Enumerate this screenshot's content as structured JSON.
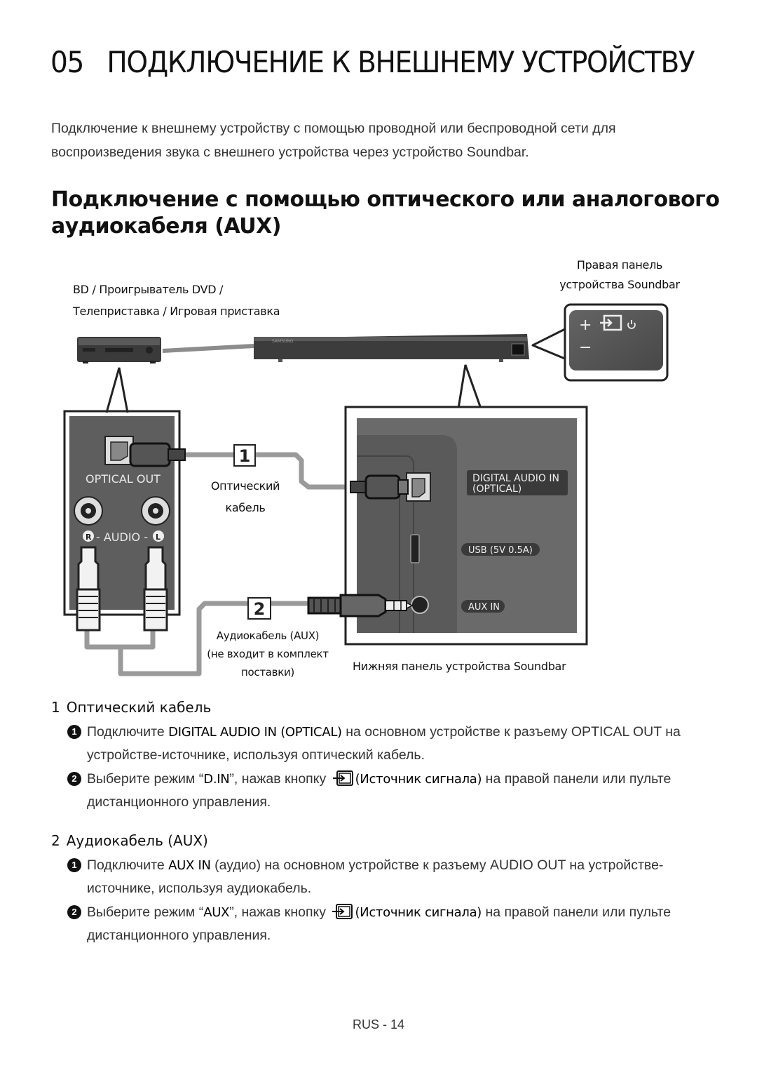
{
  "chapter": {
    "number": "05",
    "title": "ПОДКЛЮЧЕНИЕ К ВНЕШНЕМУ УСТРОЙСТВУ"
  },
  "intro": "Подключение к внешнему устройству с помощью проводной или беспроводной сети для воспроизведения звука с внешнего устройства через устройство Soundbar.",
  "section_title": "Подключение с помощью оптического или аналогового аудиокабеля (AUX)",
  "diagram": {
    "source_label_1": "BD / Проигрыватель DVD /",
    "source_label_2": "Телеприставка / Игровая приставка",
    "right_panel_1": "Правая панель",
    "right_panel_2": "устройства Soundbar",
    "brand": "SAMSUNG",
    "optical_out": "OPTICAL OUT",
    "audio_label": "- AUDIO -",
    "audio_r": "R",
    "audio_l": "L",
    "marker_1": "1",
    "marker_2": "2",
    "optical_cable_1": "Оптический",
    "optical_cable_2": "кабель",
    "aux_cable_1": "Аудиокабель (AUX)",
    "aux_cable_2": "(не входит в комплект",
    "aux_cable_3": "поставки)",
    "digital_in_1": "DIGITAL AUDIO IN",
    "digital_in_2": "(OPTICAL)",
    "usb": "USB (5V 0.5A)",
    "aux_in": "AUX IN",
    "bottom_panel": "Нижняя панель устройства Soundbar",
    "plus": "+",
    "minus": "−"
  },
  "sections": [
    {
      "number": "1",
      "title": "Оптический кабель",
      "steps": [
        {
          "bullet": "1",
          "p1": "Подключите ",
          "b1": "DIGITAL AUDIO IN (OPTICAL)",
          "p2": " на основном устройстве к разъему OPTICAL OUT на устройстве-источнике, используя оптический кабель."
        },
        {
          "bullet": "2",
          "p1": "Выберите режим “",
          "b1": "D.IN",
          "p2": "”, нажав кнопку",
          "b2": "(Источник сигнала)",
          "p3": " на правой панели или пульте дистанционного управления."
        }
      ]
    },
    {
      "number": "2",
      "title": "Аудиокабель (AUX)",
      "steps": [
        {
          "bullet": "1",
          "p1": "Подключите ",
          "b1": "AUX IN",
          "p2": " (аудио) на основном устройстве к разъему AUDIO OUT на устройстве-источнике, используя аудиокабель."
        },
        {
          "bullet": "2",
          "p1": "Выберите режим “",
          "b1": "AUX",
          "p2": "”, нажав кнопку",
          "b2": "(Источник сигнала)",
          "p3": " на правой панели или пульте дистанционного управления."
        }
      ]
    }
  ],
  "footer": "RUS - 14"
}
